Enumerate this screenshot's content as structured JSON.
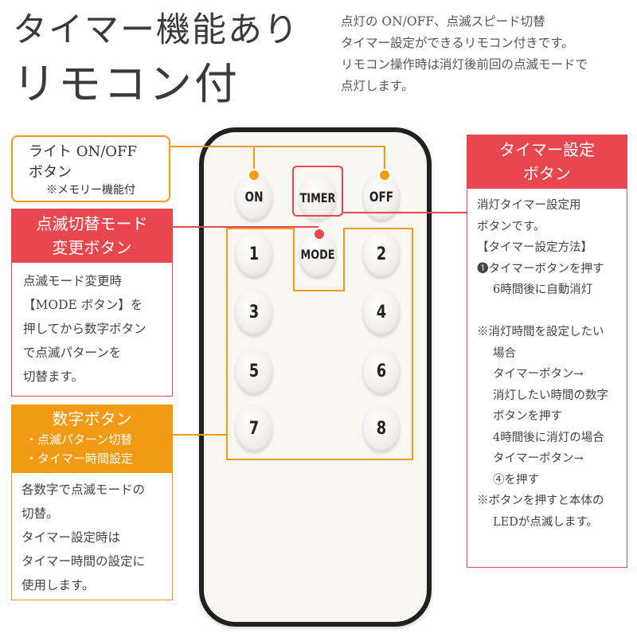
{
  "title": {
    "line1": "タイマー機能あり",
    "line2": "リモコン付"
  },
  "intro": [
    "点灯の ON/OFF、点滅スピード切替",
    "タイマー設定ができるリモコン付きです。",
    "リモコン操作時は消灯後前回の点滅モードで",
    "点灯します。"
  ],
  "remote": {
    "buttons": {
      "on": "ON",
      "timer": "TIMER",
      "off": "OFF",
      "mode": "MODE",
      "n1": "1",
      "n2": "2",
      "n3": "3",
      "n4": "4",
      "n5": "5",
      "n6": "6",
      "n7": "7",
      "n8": "8"
    }
  },
  "light_onoff": {
    "line1": "ライト ON/OFF",
    "line2": "ボタン",
    "note": "※メモリー機能付"
  },
  "flash_mode": {
    "head1": "点滅切替モード",
    "head2": "変更ボタン",
    "body": [
      "点滅モード変更時",
      "【MODE ボタン】を",
      "押してから数字ボタン",
      "で点滅パターンを",
      "切替ます。"
    ]
  },
  "number_buttons": {
    "head": "数字ボタン",
    "sub1": "・点滅パターン切替",
    "sub2": "・タイマー時間設定",
    "body": [
      "各数字で点滅モードの",
      "切替。",
      "タイマー設定時は",
      "タイマー時間の設定に",
      "使用します。"
    ]
  },
  "timer_setting": {
    "head1": "タイマー設定",
    "head2": "ボタン",
    "l1": "消灯タイマー設定用",
    "l2": "ボタンです。",
    "l3": "【タイマー設定方法】",
    "l4": "❶タイマーボタンを押す",
    "l5": "6時間後に自動消灯",
    "l6": "※消灯時間を設定したい",
    "l7": "場合",
    "l8": "タイマーボタン→",
    "l9": "消灯したい時間の数字",
    "l10": "ボタンを押す",
    "l11": "4時間後に消灯の場合",
    "l12": "タイマーボタン→",
    "l13": "④を押す",
    "l14": "※ボタンを押すと本体の",
    "l15": "LEDが点滅します。"
  },
  "colors": {
    "red": "#e8474f",
    "orange": "#f39a13",
    "remote_border": "#202020"
  }
}
